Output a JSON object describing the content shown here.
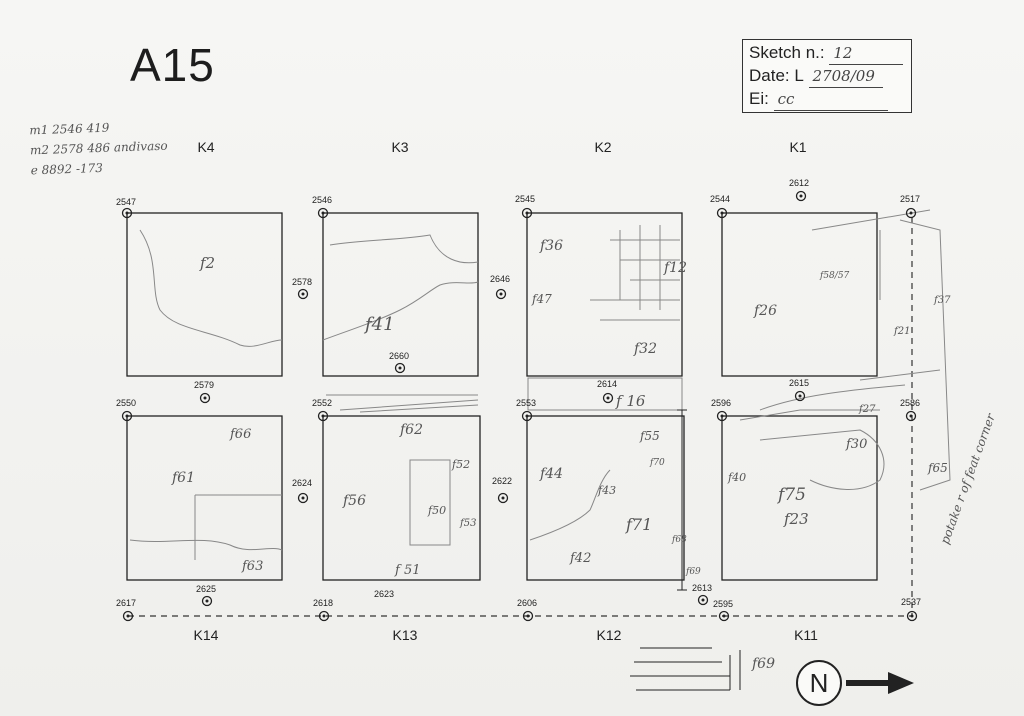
{
  "sheet": {
    "title": "A15",
    "sketch_label": "Sketch n.:",
    "sketch_value": "12",
    "date_label": "Date: L",
    "date_value": "2708/09",
    "ei_label": "Ei:",
    "ei_value": "cc"
  },
  "notes": [
    "m1 2546 419",
    "m2 2578 486 andivaso",
    "e 8892 -173"
  ],
  "grid_top": [
    "K4",
    "K3",
    "K2",
    "K1"
  ],
  "grid_bottom": [
    "K14",
    "K13",
    "K12",
    "K11"
  ],
  "points": {
    "p2547": "2547",
    "p2546": "2546",
    "p2545": "2545",
    "p2544": "2544",
    "p2612": "2612",
    "p2517": "2517",
    "p2578": "2578",
    "p2646": "2646",
    "p2660": "2660",
    "p2579": "2579",
    "p2614": "2614",
    "p2615": "2615",
    "p2550": "2550",
    "p2552": "2552",
    "p2553": "2553",
    "p2596": "2596",
    "p2586": "2586",
    "p2624": "2624",
    "p2622": "2622",
    "p2625": "2625",
    "p2623": "2623",
    "p2613": "2613",
    "p2617": "2617",
    "p2618": "2618",
    "p2606": "2606",
    "p2595": "2595",
    "p2537": "2537"
  },
  "features": {
    "f2": "f2",
    "f41": "f41",
    "f36": "f36",
    "f47": "f47",
    "f12": "f12",
    "f32": "f32",
    "f16": "f 16",
    "f26": "f26",
    "f61": "f61",
    "f66": "f66",
    "f63": "f63",
    "f62": "f62",
    "f52": "f52",
    "f56": "f56",
    "f50": "f50",
    "f53": "f53",
    "f51": "f 51",
    "f44": "f44",
    "f55": "f55",
    "f43": "f43",
    "f71": "f71",
    "f42": "f42",
    "f70": "f70",
    "f69": "f69",
    "f68": "f68",
    "f75": "f75",
    "f23": "f23",
    "f30": "f30",
    "f40": "f40",
    "f65": "f65",
    "f37": "f37",
    "f27": "f27",
    "f21": "f21",
    "f58_57": "f58/57"
  },
  "side_note": "potake r of feat corner",
  "north": "N",
  "colors": {
    "ink": "#222222",
    "pencil": "#555555",
    "paper": "#f4f4f2"
  }
}
